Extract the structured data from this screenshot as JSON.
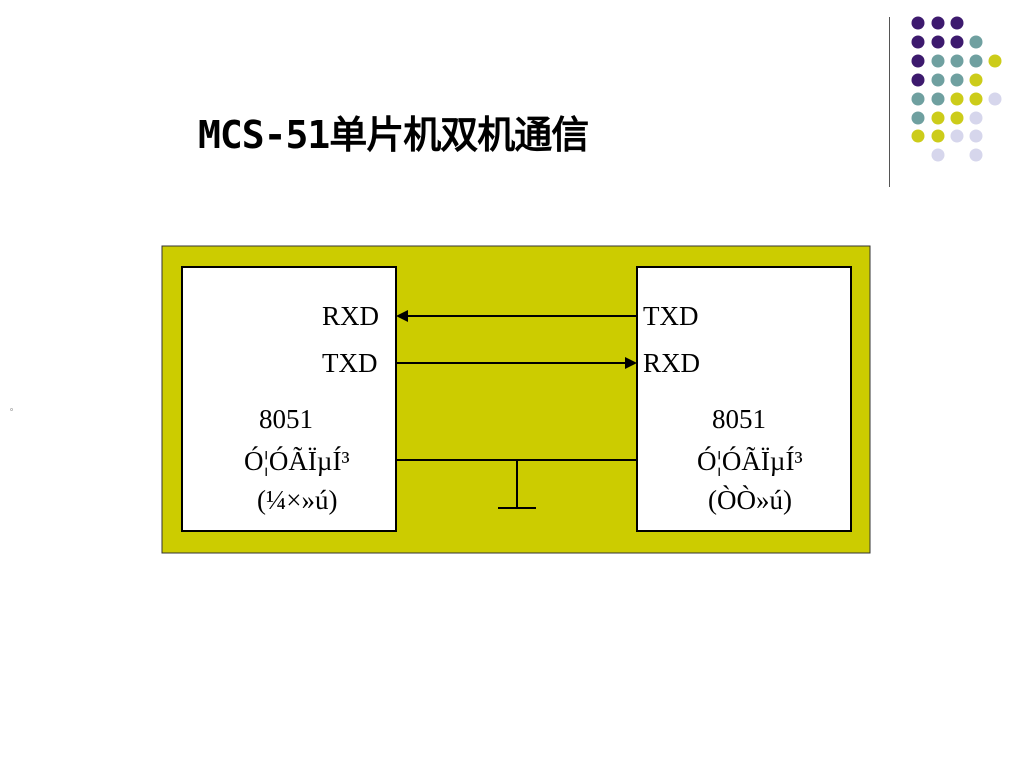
{
  "slide": {
    "title": "MCS-51单片机双机通信",
    "bullet_mark": "。"
  },
  "diagram": {
    "background_color": "#cccc00",
    "left_unit": {
      "pin_top": "RXD",
      "pin_bottom": "TXD",
      "chip": "8051",
      "line2": "Ó¦ÓÃÏµÍ³",
      "line3": "(¼×»ú)"
    },
    "right_unit": {
      "pin_top": "TXD",
      "pin_bottom": "RXD",
      "chip": "8051",
      "line2": "Ó¦ÓÃÏµÍ³",
      "line3": "(ÒÒ»ú)"
    }
  },
  "decoration": {
    "dot_colors": {
      "purple": "#3d1a6e",
      "teal": "#6fa0a0",
      "yellow": "#cccc1a",
      "lavender": "#d6d6ec"
    }
  }
}
